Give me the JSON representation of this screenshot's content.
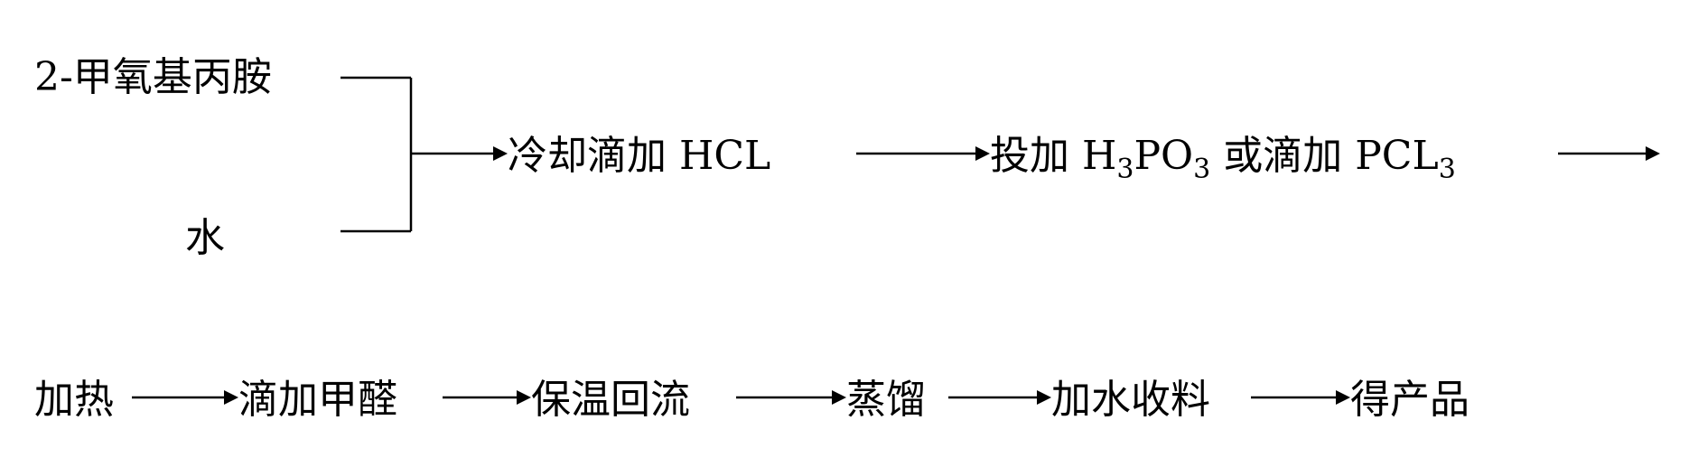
{
  "reactants": {
    "amine": "2-甲氧基丙胺",
    "water": "水"
  },
  "steps": {
    "cool_add_hcl": "冷却滴加 HCL",
    "add_prefix": "投加 H",
    "h3po3_sub1": "3",
    "h3po3_mid": "PO",
    "h3po3_sub2": "3",
    "or_text": " 或滴加 PCL",
    "pcl3_sub": "3"
  },
  "row2": {
    "heat": "加热",
    "add_formaldehyde": "滴加甲醛",
    "reflux": "保温回流",
    "distill": "蒸馏",
    "add_water_collect": "加水收料",
    "product": "得产品"
  },
  "colors": {
    "ink": "#000000",
    "background": "#ffffff"
  }
}
